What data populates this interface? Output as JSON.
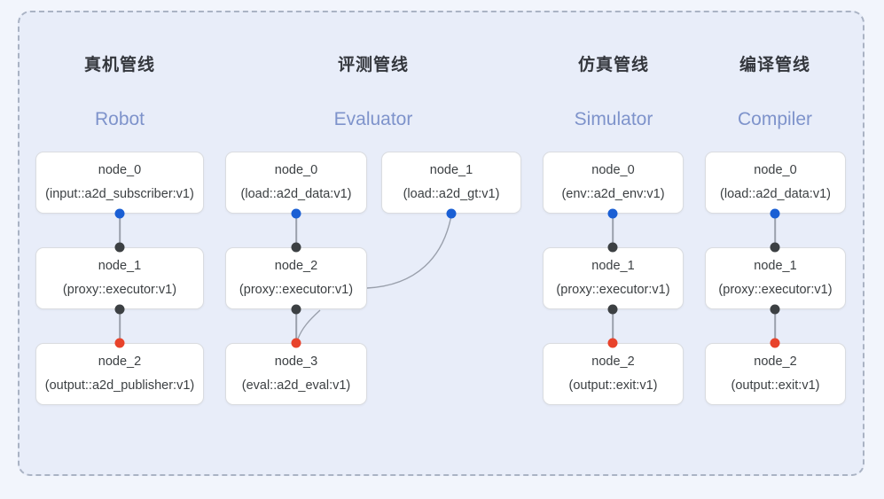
{
  "panel": {
    "background_color": "#e8edf9",
    "border_color": "#aab3c4",
    "border_style": "dashed"
  },
  "colors": {
    "page_background": "#f2f5fc",
    "cn_title": "#34373d",
    "en_title": "#7e93cb",
    "node_background": "#ffffff",
    "node_border": "#dadce0",
    "node_text": "#3c4043",
    "port_input": "#1a5fd4",
    "port_proxy": "#3c4043",
    "port_output": "#e8432b",
    "edge": "#9aa0ac"
  },
  "columns": [
    {
      "id": "robot",
      "cn_title": "真机管线",
      "en_title": "Robot",
      "nodes": [
        {
          "name": "node_0",
          "type": "(input::a2d_subscriber:v1)"
        },
        {
          "name": "node_1",
          "type": "(proxy::executor:v1)"
        },
        {
          "name": "node_2",
          "type": "(output::a2d_publisher:v1)"
        }
      ]
    },
    {
      "id": "evaluator",
      "cn_title": "评测管线",
      "en_title": "Evaluator",
      "nodes": [
        {
          "name": "node_0",
          "type": "(load::a2d_data:v1)"
        },
        {
          "name": "node_1",
          "type": "(load::a2d_gt:v1)"
        },
        {
          "name": "node_2",
          "type": "(proxy::executor:v1)"
        },
        {
          "name": "node_3",
          "type": "(eval::a2d_eval:v1)"
        }
      ]
    },
    {
      "id": "simulator",
      "cn_title": "仿真管线",
      "en_title": "Simulator",
      "nodes": [
        {
          "name": "node_0",
          "type": "(env::a2d_env:v1)"
        },
        {
          "name": "node_1",
          "type": "(proxy::executor:v1)"
        },
        {
          "name": "node_2",
          "type": "(output::exit:v1)"
        }
      ]
    },
    {
      "id": "compiler",
      "cn_title": "编译管线",
      "en_title": "Compiler",
      "nodes": [
        {
          "name": "node_0",
          "type": "(load::a2d_data:v1)"
        },
        {
          "name": "node_1",
          "type": "(proxy::executor:v1)"
        },
        {
          "name": "node_2",
          "type": "(output::exit:v1)"
        }
      ]
    }
  ]
}
